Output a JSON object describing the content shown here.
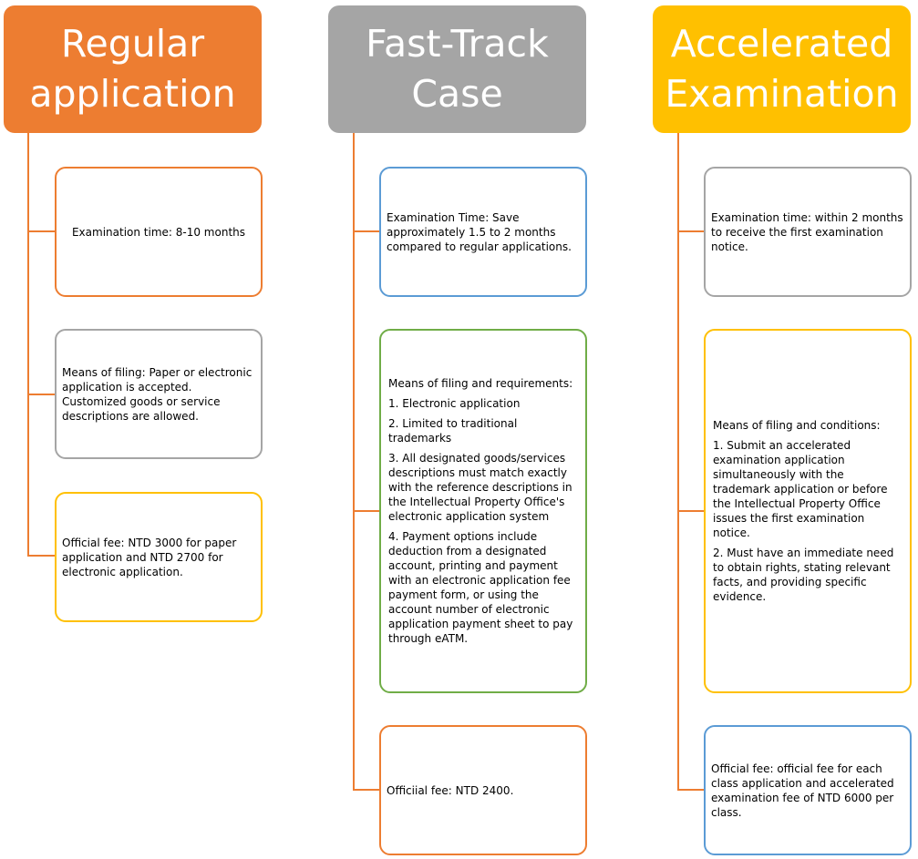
{
  "columns": [
    {
      "title_lines": [
        "Regular",
        "application"
      ],
      "color": "#ED7D31",
      "boxes": [
        {
          "border": "#ED7D31",
          "lines": [
            "Examination time: 8-10 months"
          ]
        },
        {
          "border": "#A5A5A5",
          "lines": [
            "Means of filing: Paper or electronic application is accepted. Customized goods or service descriptions are allowed."
          ]
        },
        {
          "border": "#FFC000",
          "lines": [
            "Official fee: NTD 3000 for paper application and NTD 2700 for electronic application."
          ]
        }
      ]
    },
    {
      "title_lines": [
        "Fast-Track",
        "Case"
      ],
      "color": "#A5A5A5",
      "boxes": [
        {
          "border": "#5B9BD5",
          "lines": [
            "Examination Time: Save approximately 1.5 to 2 months compared to regular applications."
          ]
        },
        {
          "border": "#70AD47",
          "lines": [
            "Means of filing and requirements:",
            "1. Electronic application",
            "2. Limited to traditional trademarks",
            "3. All designated goods/services descriptions must match exactly with the reference descriptions in the Intellectual Property Office's electronic application system",
            "4. Payment options include deduction from a designated account, printing and payment with an electronic application fee payment form, or using the account number of electronic application payment sheet to pay through eATM."
          ]
        },
        {
          "border": "#ED7D31",
          "lines": [
            "Officiial fee: NTD 2400."
          ]
        }
      ]
    },
    {
      "title_lines": [
        "Accelerated",
        "Examination"
      ],
      "color": "#FFC000",
      "boxes": [
        {
          "border": "#A5A5A5",
          "lines": [
            "Examination time: within 2 months to receive the first examination notice."
          ]
        },
        {
          "border": "#FFC000",
          "lines": [
            "Means of filing and conditions:",
            "1. Submit an accelerated examination application simultaneously with the trademark application or before the Intellectual Property Office issues the first examination notice.",
            "2. Must have an immediate need to obtain rights, stating relevant facts, and providing specific evidence."
          ]
        },
        {
          "border": "#5B9BD5",
          "lines": [
            "Official fee: official fee for each class application and accelerated examination fee of NTD 6000 per class."
          ]
        }
      ]
    }
  ]
}
